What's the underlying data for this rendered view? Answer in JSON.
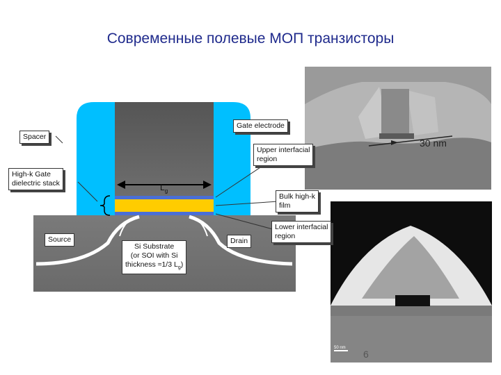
{
  "title": "Современные полевые МОП транзисторы",
  "labels": {
    "spacer": "Spacer",
    "high_k_line1": "High-k Gate",
    "high_k_line2": "dielectric stack",
    "lg": "L",
    "lg_sub": "g",
    "gate_electrode": "Gate electrode",
    "upper_interfacial_line1": "Upper interfacial",
    "upper_interfacial_line2": "region",
    "bulk_high_k_line1": "Bulk high-k",
    "bulk_high_k_line2": "film",
    "lower_interfacial_line1": "Lower interfacial",
    "lower_interfacial_line2": "region",
    "source": "Source",
    "drain": "Drain",
    "substrate_line1": "Si Substrate",
    "substrate_line2": "(or SOI with Si",
    "substrate_line3": "thickness ≈1/3 L",
    "substrate_sub": "g",
    "substrate_close": ")"
  },
  "tem_top": {
    "scale_label": "30 nm"
  },
  "tem_bottom": {
    "scale_label": "50 nm"
  },
  "page_number": "6",
  "colors": {
    "title": "#1f2a8c",
    "spacer": "#00bfff",
    "gate": "#606060",
    "substrate": "#757575",
    "high_k": "#ffcc00",
    "interfacial": "#4a6fd6"
  }
}
